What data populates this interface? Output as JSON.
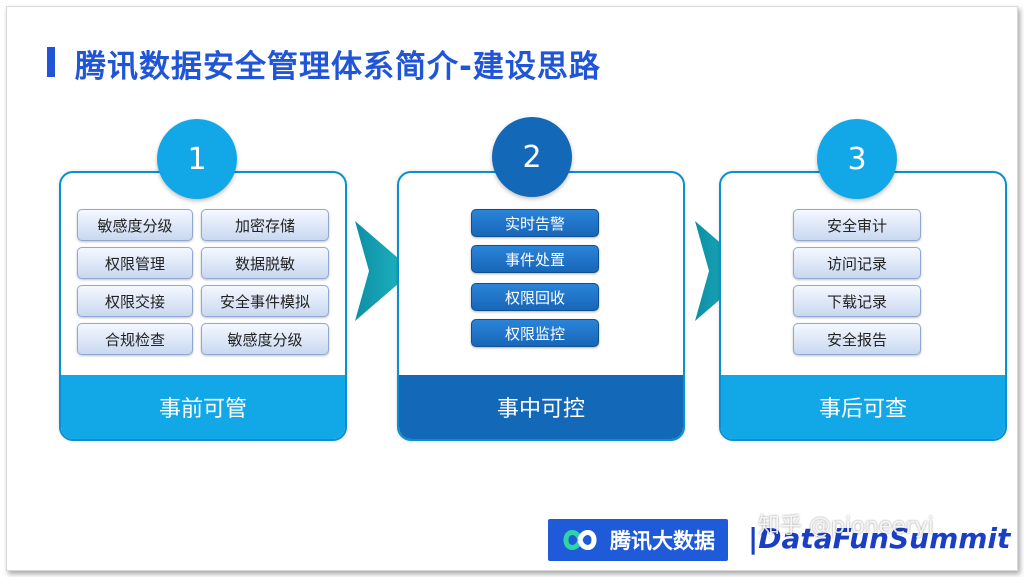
{
  "title": "腾讯数据安全管理体系简介-建设思路",
  "stages": [
    {
      "number": "1",
      "footer": "事前可管",
      "items": [
        "敏感度分级",
        "加密存储",
        "权限管理",
        "数据脱敏",
        "权限交接",
        "安全事件模拟",
        "合规检查",
        "敏感度分级"
      ]
    },
    {
      "number": "2",
      "footer": "事中可控",
      "items": [
        "实时告警",
        "事件处置",
        "权限回收",
        "权限监控"
      ]
    },
    {
      "number": "3",
      "footer": "事后可查",
      "items": [
        "安全审计",
        "访问记录",
        "下载记录",
        "安全报告"
      ]
    }
  ],
  "logos": {
    "tencent_bigdata": "腾讯大数据",
    "datafun": "DataFunSummit",
    "datafun_bar": "|"
  },
  "watermark": "知乎 @pioneeryi",
  "colors": {
    "title": "#1f55d6",
    "light_blue": "#12a8e8",
    "dark_blue": "#1468b8",
    "chevron": "#13a3b6"
  },
  "icons": [
    "infinity-logo-icon",
    "chevron-right-icon"
  ]
}
